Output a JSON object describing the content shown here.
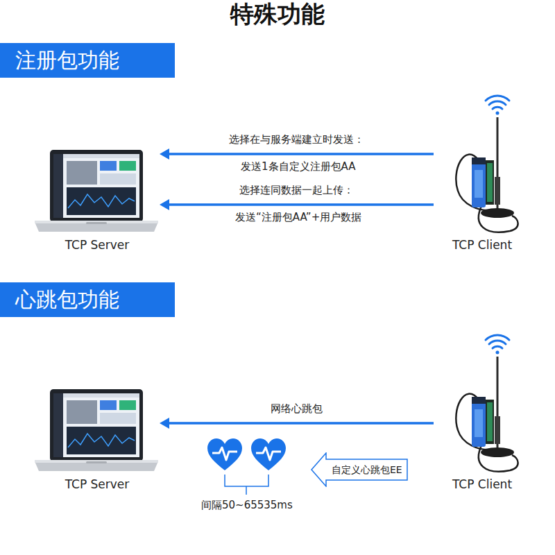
{
  "diagram": {
    "title": "特殊功能",
    "nodes": [
      {
        "text": [
          "注册包功能"
        ]
      },
      {
        "text": [
          "TCP Server"
        ]
      },
      {
        "text": [
          "TCP Client"
        ]
      },
      {
        "text": [
          "心跳包功能"
        ]
      },
      {
        "text": [
          "TCP Server"
        ]
      },
      {
        "text": [
          "TCP Client"
        ]
      },
      {
        "text": [
          "自定义心跳包EE"
        ]
      }
    ],
    "edges": [
      {
        "from": 2,
        "to": 1,
        "arrow": "to",
        "label": "选择在与服务端建立时发送："
      },
      {
        "from": 2,
        "to": 1,
        "arrow": "to",
        "label": "选择连同数据一起上传："
      },
      {
        "from": 5,
        "to": 4,
        "arrow": "to",
        "label": "网络心跳包"
      }
    ],
    "labels": [
      "发送1条自定义注册包AA",
      "发送“注册包AA”+用户数据",
      "间隔50~65535ms"
    ]
  }
}
